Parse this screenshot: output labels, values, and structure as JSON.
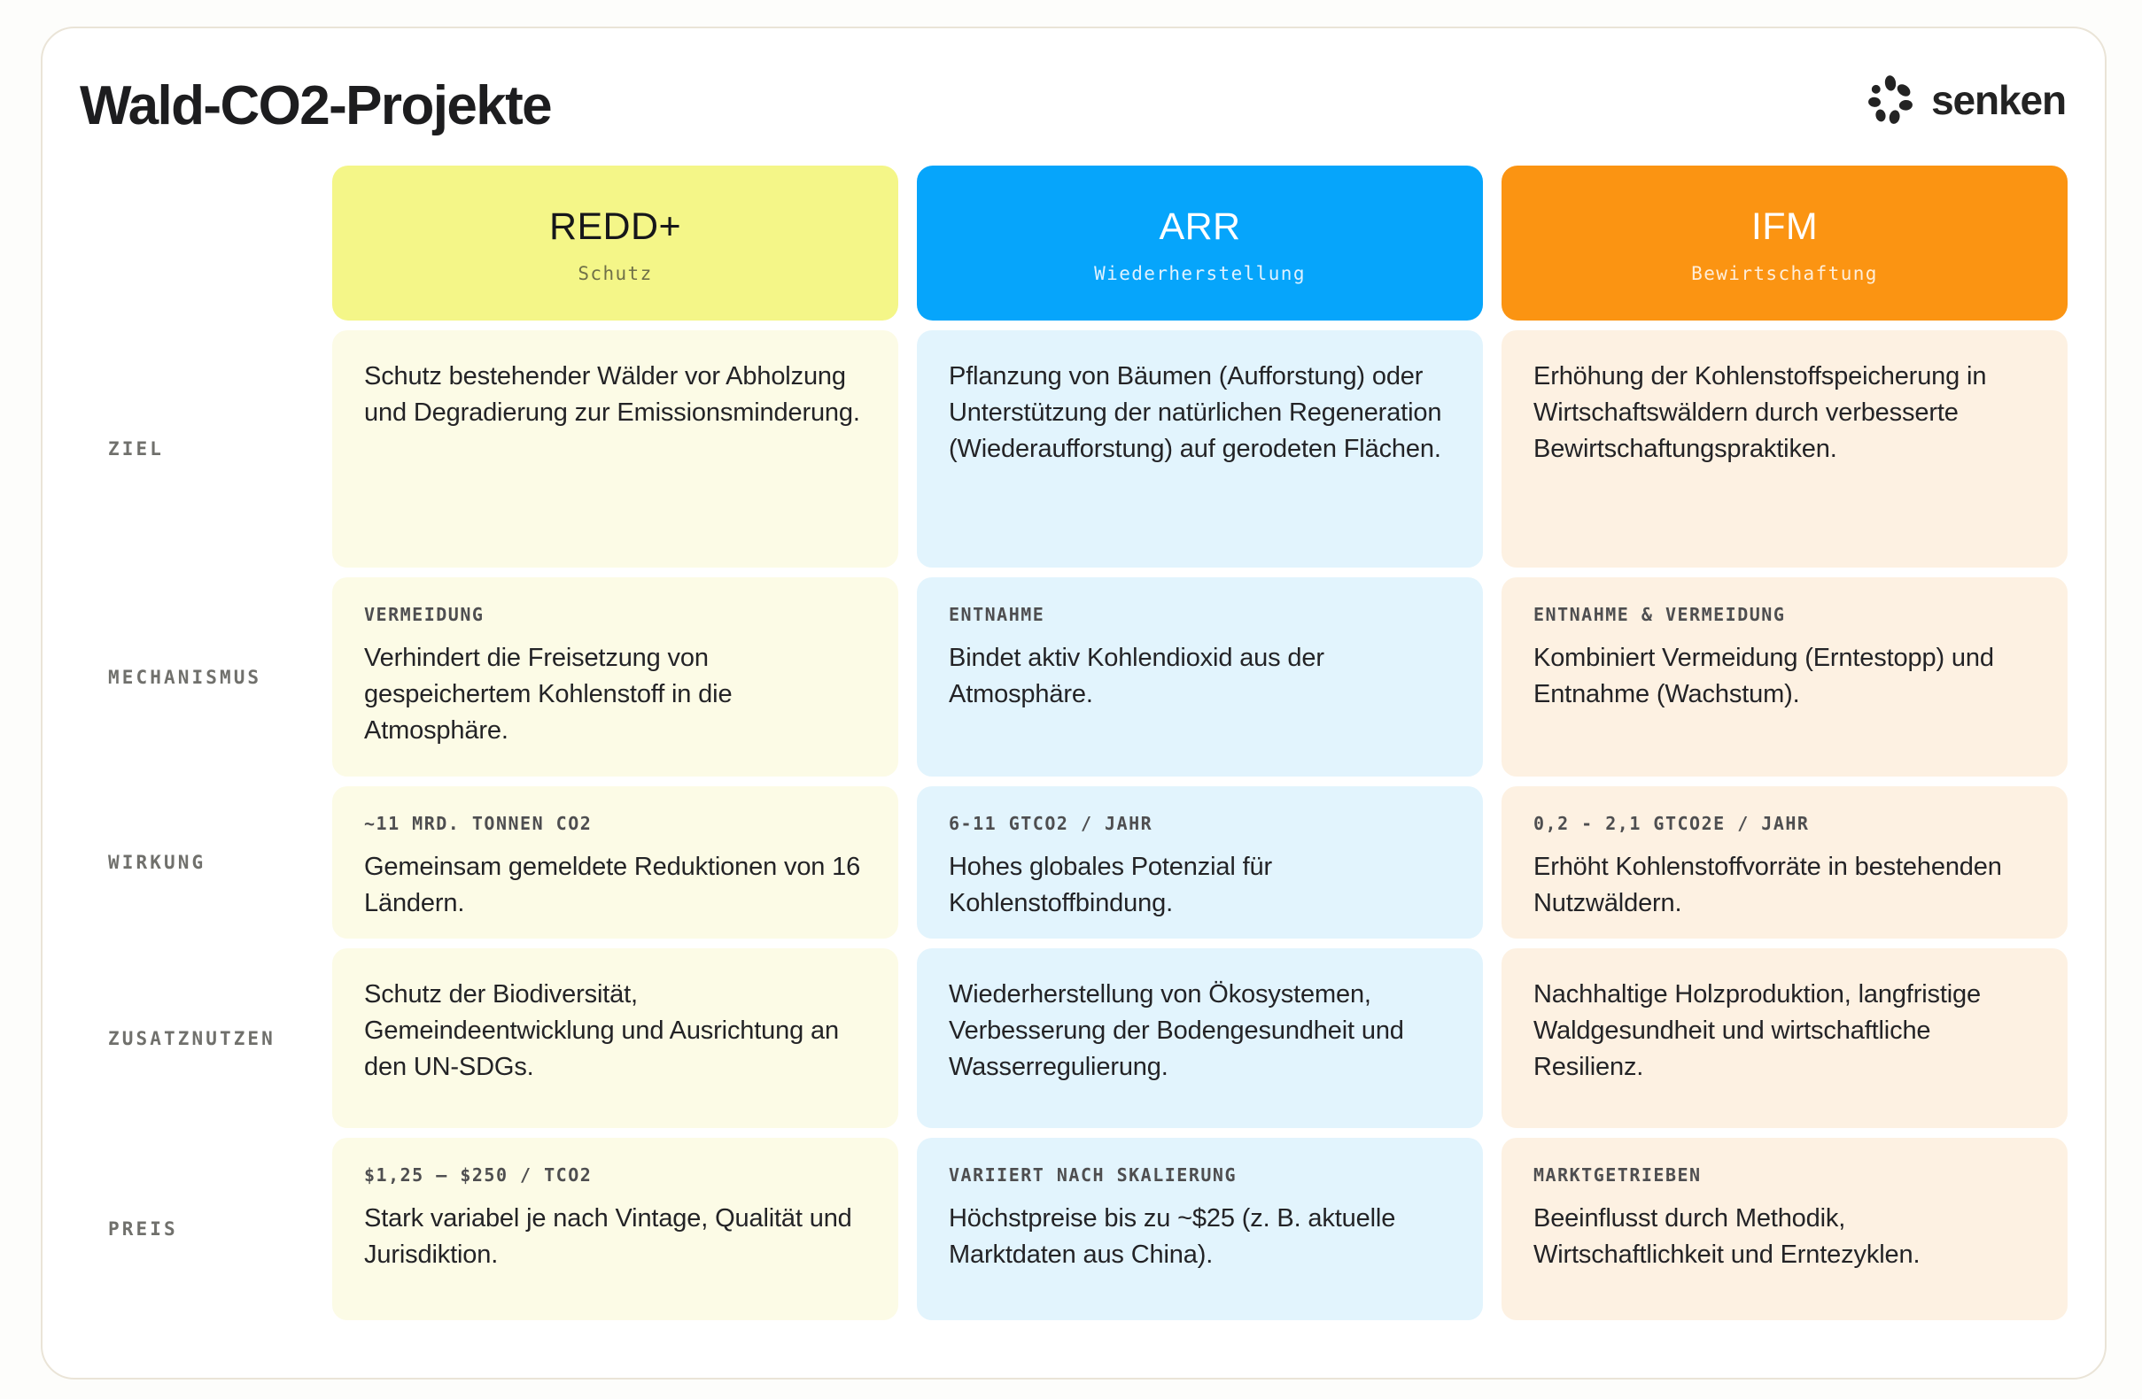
{
  "header": {
    "title": "Wald-CO2-Projekte",
    "brand_name": "senken",
    "brand_mark_icon": "senken-flower-logo-icon"
  },
  "colors": {
    "redd_header_bg": "#f4f688",
    "arr_header_bg": "#06a5fb",
    "ifm_header_bg": "#fb9412",
    "redd_cell_bg": "#fcfbe6",
    "arr_cell_bg": "#e2f4fd",
    "ifm_cell_bg": "#fdf1e2",
    "card_border": "#eae4d7",
    "title_color": "#1d1d1f",
    "row_label_color": "#70706c"
  },
  "columns": [
    {
      "abbr": "REDD+",
      "subtitle": "Schutz"
    },
    {
      "abbr": "ARR",
      "subtitle": "Wiederherstellung"
    },
    {
      "abbr": "IFM",
      "subtitle": "Bewirtschaftung"
    }
  ],
  "rows": [
    {
      "label": "ZIEL",
      "cells": [
        {
          "tag": "",
          "body": "Schutz bestehender Wälder vor Abholzung und Degradierung zur Emissionsminderung."
        },
        {
          "tag": "",
          "body": "Pflanzung von Bäumen (Aufforstung) oder Unterstützung der natürlichen Regeneration (Wiederaufforstung) auf gerodeten Flächen."
        },
        {
          "tag": "",
          "body": "Erhöhung der Kohlenstoffspeicherung in Wirtschaftswäldern durch verbesserte Bewirtschaftungspraktiken."
        }
      ]
    },
    {
      "label": "MECHANISMUS",
      "cells": [
        {
          "tag": "VERMEIDUNG",
          "body": "Verhindert die Freisetzung von gespeichertem Kohlenstoff in die Atmosphäre."
        },
        {
          "tag": "ENTNAHME",
          "body": "Bindet aktiv Kohlendioxid aus der Atmosphäre."
        },
        {
          "tag": "ENTNAHME & VERMEIDUNG",
          "body": "Kombiniert Vermeidung (Erntestopp) und Entnahme (Wachstum)."
        }
      ]
    },
    {
      "label": "WIRKUNG",
      "cells": [
        {
          "tag": "~11 MRD. TONNEN CO2",
          "body": "Gemeinsam gemeldete Reduktionen von 16 Ländern."
        },
        {
          "tag": "6-11 GTCO2 / JAHR",
          "body": "Hohes globales Potenzial für Kohlenstoffbindung."
        },
        {
          "tag": "0,2 - 2,1 GTCO2E / JAHR",
          "body": "Erhöht Kohlenstoffvorräte in bestehenden Nutzwäldern."
        }
      ]
    },
    {
      "label": "ZUSATZNUTZEN",
      "cells": [
        {
          "tag": "",
          "body": "Schutz der Biodiversität, Gemeindeentwicklung und Ausrichtung an den UN-SDGs."
        },
        {
          "tag": "",
          "body": "Wiederherstellung von Ökosystemen, Verbesserung der Bodengesundheit und Wasserregulierung."
        },
        {
          "tag": "",
          "body": "Nachhaltige Holzproduktion, langfristige Waldgesundheit und wirtschaftliche Resilienz."
        }
      ]
    },
    {
      "label": "PREIS",
      "cells": [
        {
          "tag": "$1,25 – $250 / TCO2",
          "body": "Stark variabel je nach Vintage, Qualität und Jurisdiktion."
        },
        {
          "tag": "VARIIERT NACH SKALIERUNG",
          "body": "Höchstpreise bis zu ~$25 (z. B. aktuelle Marktdaten aus China)."
        },
        {
          "tag": "MARKTGETRIEBEN",
          "body": "Beeinflusst durch Methodik, Wirtschaftlichkeit und Erntezyklen."
        }
      ]
    }
  ]
}
